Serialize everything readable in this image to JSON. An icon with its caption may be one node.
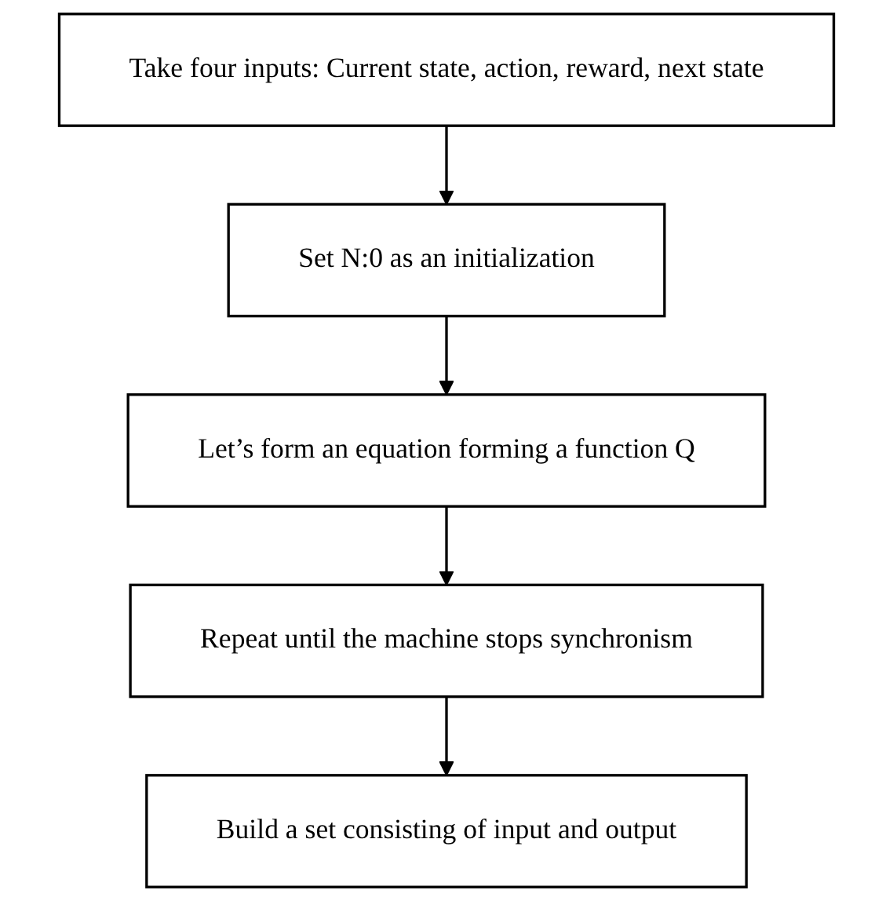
{
  "diagram": {
    "nodes": [
      {
        "text": [
          "Take four inputs: Current state, action, reward, next state"
        ]
      },
      {
        "text": [
          "Set N:0 as an initialization"
        ]
      },
      {
        "text": [
          "Let’s form an equation forming a function Q"
        ]
      },
      {
        "text": [
          "Repeat until the machine stops synchronism"
        ]
      },
      {
        "text": [
          "Build a set consisting of input and output"
        ]
      }
    ],
    "edges": [
      {
        "from": 0,
        "to": 1,
        "arrow": "to"
      },
      {
        "from": 1,
        "to": 2,
        "arrow": "to"
      },
      {
        "from": 2,
        "to": 3,
        "arrow": "to"
      },
      {
        "from": 3,
        "to": 4,
        "arrow": "to"
      }
    ]
  }
}
